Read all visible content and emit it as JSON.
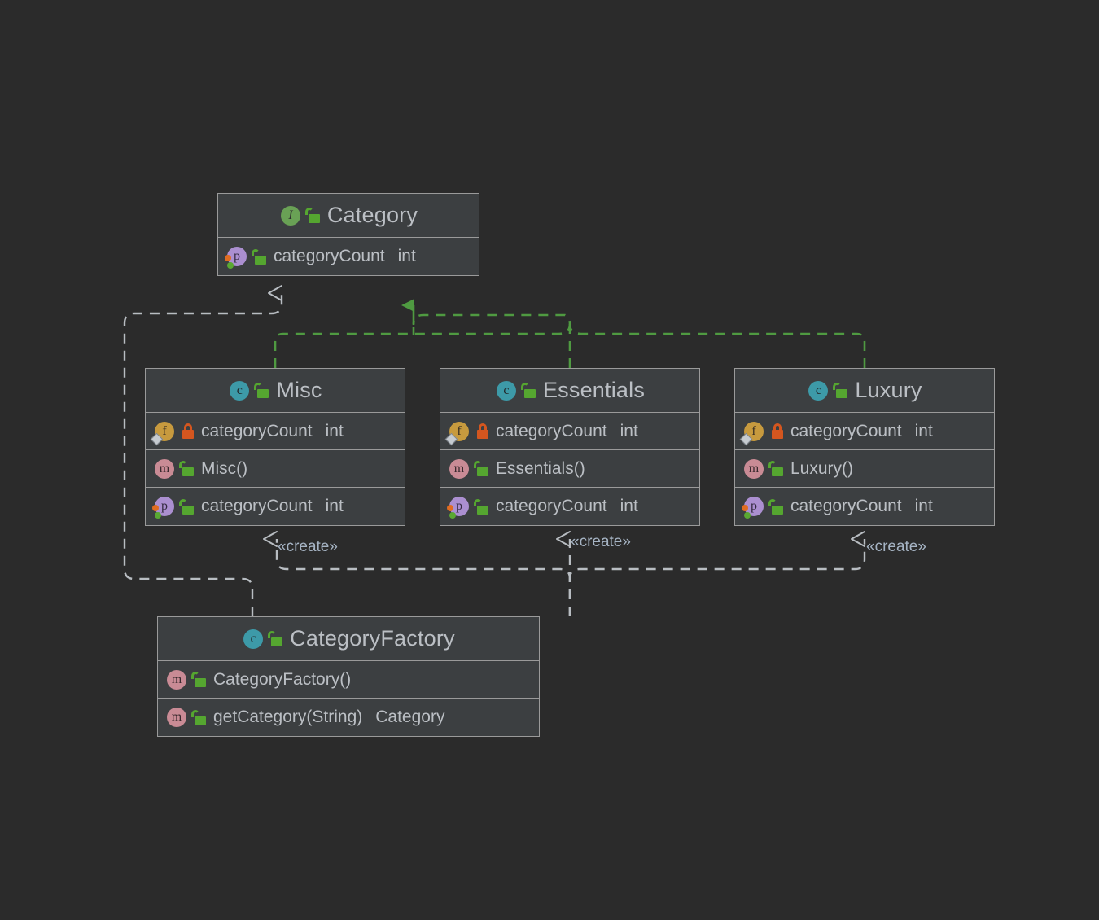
{
  "diagram": {
    "kind": "uml-class-diagram",
    "background_color": "#2b2b2b",
    "node_fill_color": "#3c3f41",
    "node_border_color": "#9a9a9a",
    "text_color": "#bbbfc4",
    "realization_edge_color": "#4f9a41",
    "dependency_edge_color": "#b8bdc2",
    "label_color": "#a6b4c4"
  },
  "nodes": [
    {
      "id": "category",
      "name": "Category",
      "kind_icon": "interface-icon",
      "kind_letter": "I",
      "visibility_icon": "lock-open-public-icon",
      "members": [
        {
          "kind_icon": "property-icon",
          "kind_letter": "p",
          "visibility_icon": "lock-open-public-icon",
          "visibility": "public",
          "name": "categoryCount",
          "type": "int"
        }
      ]
    },
    {
      "id": "misc",
      "name": "Misc",
      "kind_icon": "class-icon",
      "kind_letter": "c",
      "visibility_icon": "lock-open-public-icon",
      "members": [
        {
          "kind_icon": "field-icon",
          "kind_letter": "f",
          "visibility_icon": "lock-closed-private-icon",
          "visibility": "private",
          "name": "categoryCount",
          "type": "int"
        },
        {
          "kind_icon": "method-icon",
          "kind_letter": "m",
          "visibility_icon": "lock-open-public-icon",
          "visibility": "public",
          "name": "Misc()",
          "type": ""
        },
        {
          "kind_icon": "property-icon",
          "kind_letter": "p",
          "visibility_icon": "lock-open-public-icon",
          "visibility": "public",
          "name": "categoryCount",
          "type": "int"
        }
      ]
    },
    {
      "id": "essentials",
      "name": "Essentials",
      "kind_icon": "class-icon",
      "kind_letter": "c",
      "visibility_icon": "lock-open-public-icon",
      "members": [
        {
          "kind_icon": "field-icon",
          "kind_letter": "f",
          "visibility_icon": "lock-closed-private-icon",
          "visibility": "private",
          "name": "categoryCount",
          "type": "int"
        },
        {
          "kind_icon": "method-icon",
          "kind_letter": "m",
          "visibility_icon": "lock-open-public-icon",
          "visibility": "public",
          "name": "Essentials()",
          "type": ""
        },
        {
          "kind_icon": "property-icon",
          "kind_letter": "p",
          "visibility_icon": "lock-open-public-icon",
          "visibility": "public",
          "name": "categoryCount",
          "type": "int"
        }
      ]
    },
    {
      "id": "luxury",
      "name": "Luxury",
      "kind_icon": "class-icon",
      "kind_letter": "c",
      "visibility_icon": "lock-open-public-icon",
      "members": [
        {
          "kind_icon": "field-icon",
          "kind_letter": "f",
          "visibility_icon": "lock-closed-private-icon",
          "visibility": "private",
          "name": "categoryCount",
          "type": "int"
        },
        {
          "kind_icon": "method-icon",
          "kind_letter": "m",
          "visibility_icon": "lock-open-public-icon",
          "visibility": "public",
          "name": "Luxury()",
          "type": ""
        },
        {
          "kind_icon": "property-icon",
          "kind_letter": "p",
          "visibility_icon": "lock-open-public-icon",
          "visibility": "public",
          "name": "categoryCount",
          "type": "int"
        }
      ]
    },
    {
      "id": "categoryfactory",
      "name": "CategoryFactory",
      "kind_icon": "class-icon",
      "kind_letter": "c",
      "visibility_icon": "lock-open-public-icon",
      "members": [
        {
          "kind_icon": "method-icon",
          "kind_letter": "m",
          "visibility_icon": "lock-open-public-icon",
          "visibility": "public",
          "name": "CategoryFactory()",
          "type": ""
        },
        {
          "kind_icon": "method-icon",
          "kind_letter": "m",
          "visibility_icon": "lock-open-public-icon",
          "visibility": "public",
          "name": "getCategory(String)",
          "type": "Category"
        }
      ]
    }
  ],
  "edges": [
    {
      "id": "misc-realizes-category",
      "from": "misc",
      "to": "category",
      "type": "realization",
      "label": ""
    },
    {
      "id": "essentials-realizes-category",
      "from": "essentials",
      "to": "category",
      "type": "realization",
      "label": ""
    },
    {
      "id": "luxury-realizes-category",
      "from": "luxury",
      "to": "category",
      "type": "realization",
      "label": ""
    },
    {
      "id": "factory-uses-category",
      "from": "categoryfactory",
      "to": "category",
      "type": "dependency",
      "label": ""
    },
    {
      "id": "factory-creates-misc",
      "from": "categoryfactory",
      "to": "misc",
      "type": "dependency",
      "label": "«create»"
    },
    {
      "id": "factory-creates-essentials",
      "from": "categoryfactory",
      "to": "essentials",
      "type": "dependency",
      "label": "«create»"
    },
    {
      "id": "factory-creates-luxury",
      "from": "categoryfactory",
      "to": "luxury",
      "type": "dependency",
      "label": "«create»"
    }
  ]
}
